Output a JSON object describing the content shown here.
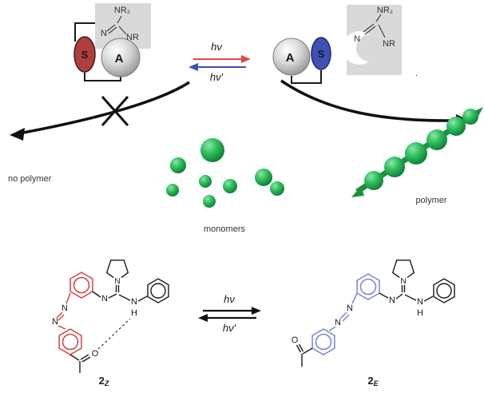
{
  "colors": {
    "accent_red": "#d94040",
    "accent_blue": "#3f51b5",
    "azo_blue": "#7b84cf",
    "green": "#22a74f",
    "gray_block": "#d9d9d9"
  },
  "atoms": {
    "nr2": "NR₂",
    "nr": "NR",
    "n": "N",
    "s": "S",
    "a": "A",
    "h": "H",
    "o": "O"
  },
  "photo": {
    "hv": "hν",
    "hv_prime": "hν′"
  },
  "labels": {
    "no_polymer": "no polymer",
    "monomers": "monomers",
    "polymer": "polymer"
  },
  "compounds": {
    "z_main": "2",
    "z_sub": "Z",
    "e_main": "2",
    "e_sub": "E"
  },
  "misc": {
    "dot": "."
  }
}
